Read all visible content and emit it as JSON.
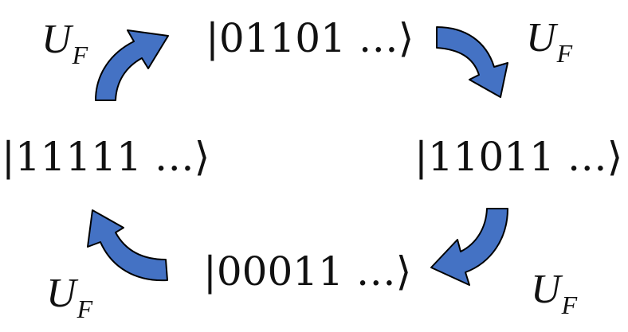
{
  "diagram": {
    "states": {
      "top": "|01101 …⟩",
      "right": "|11011 …⟩",
      "bottom": "|00011 …⟩",
      "left": "|11111 …⟩"
    },
    "operator": {
      "symbol": "U",
      "subscript": "F"
    },
    "arrow_color": "#4472C4",
    "arrow_stroke": "#000000"
  }
}
